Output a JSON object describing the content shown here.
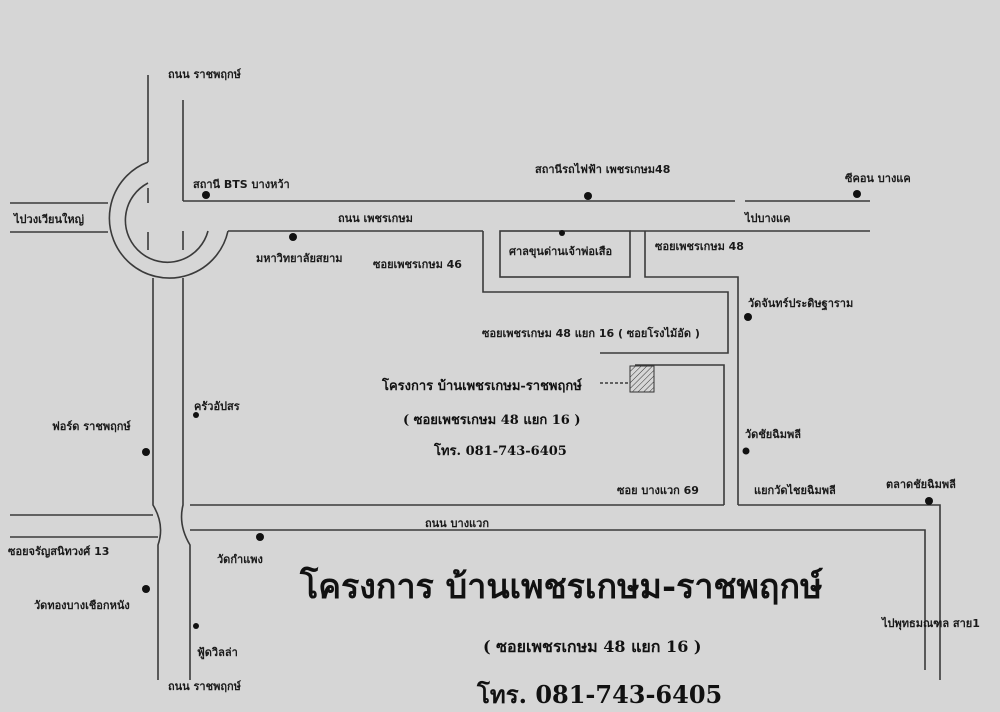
{
  "roads": {
    "ratchaphruek_top": "ถนน ราชพฤกษ์",
    "ratchaphruek_bottom": "ถนน ราชพฤกษ์",
    "phetkasem": "ถนน เพชรเกษม",
    "bang_waek": "ถนน บางแวก",
    "to_wongwian_yai": "ไปวงเวียนใหญ่",
    "to_bang_khae": "ไปบางแค",
    "to_phutthamonthon": "ไปพุทธมณฑล สาย1",
    "soi_phetkasem_46": "ซอยเพชรเกษม 46",
    "soi_phetkasem_48": "ซอยเพชรเกษม 48",
    "soi_48_yaek_16": "ซอยเพชรเกษม 48 แยก 16 ( ซอยโรงไม้อัด )",
    "soi_bang_waek_69": "ซอย บางแวก 69",
    "soi_charan_13": "ซอยจรัญสนิทวงศ์ 13",
    "yaek_wat_chai_chim_phli": "แยกวัดไชยฉิมพลี"
  },
  "landmarks": {
    "bts_bang_wa": "สถานี BTS บางหว้า",
    "bts_phetkasem_48": "สถานีรถไฟฟ้า เพชรเกษม48",
    "seacon_bang_khae": "ซีคอน บางแค",
    "siam_university": "มหาวิทยาลัยสยาม",
    "shrine": "ศาลขุนด่านเจ้าพ่อเสือ",
    "wat_chan": "วัดจันทร์ประดิษฐาราม",
    "ford": "ฟอร์ด ราชพฤกษ์",
    "krua_apsorn": "ครัวอัปสร",
    "wat_chai_chim_phli": "วัดชัยฉิมพลี",
    "talat_chai_chim_phli": "ตลาดชัยฉิมพลี",
    "wat_kamphaeng": "วัดกำแพง",
    "wat_thong_bang_chueak_nang": "วัดทองบางเชือกหนัง",
    "food_villa": "ฟู้ดวิลล่า"
  },
  "project_small": {
    "name": "โครงการ บ้านเพชรเกษม-ราชพฤกษ์",
    "soi": "( ซอยเพชรเกษม 48 แยก 16 )",
    "phone": "โทร. 081-743-6405"
  },
  "project_large": {
    "name": "โครงการ บ้านเพชรเกษม-ราชพฤกษ์",
    "soi": "( ซอยเพชรเกษม 48 แยก 16 )",
    "phone": "โทร. 081-743-6405"
  }
}
